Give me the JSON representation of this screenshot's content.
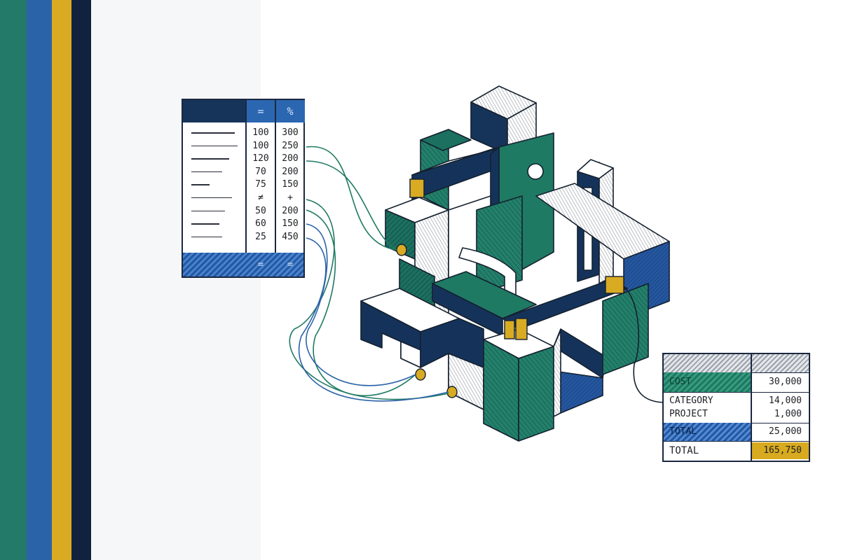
{
  "colors": {
    "teal": "#247a68",
    "blue": "#2b63a8",
    "gold": "#d8ab23",
    "navy": "#11223e",
    "green": "#1f7a63"
  },
  "stripes": [
    "#247a68",
    "#2b63a8",
    "#d8ab23",
    "#11223e"
  ],
  "left_table": {
    "header": [
      "=",
      "%"
    ],
    "rows": [
      {
        "a": "100",
        "b": "300"
      },
      {
        "a": "100",
        "b": "250"
      },
      {
        "a": "120",
        "b": "200"
      },
      {
        "a": "70",
        "b": "200"
      },
      {
        "a": "75",
        "b": "150"
      },
      {
        "a": "≠",
        "b": "+"
      },
      {
        "a": "50",
        "b": "200"
      },
      {
        "a": "60",
        "b": "150"
      },
      {
        "a": "25",
        "b": "450"
      }
    ],
    "footer": [
      "=",
      "="
    ]
  },
  "right_table": {
    "cost_label": "COST",
    "cost_value": "30,000",
    "category_label": "CATEGORY",
    "category_value": "14,000",
    "project_label": "PROJECT",
    "project_value": "1,000",
    "total1_label": "TOTAL",
    "total1_value": "25,000",
    "total2_label": "TOTAL",
    "total2_value": "165,750"
  }
}
